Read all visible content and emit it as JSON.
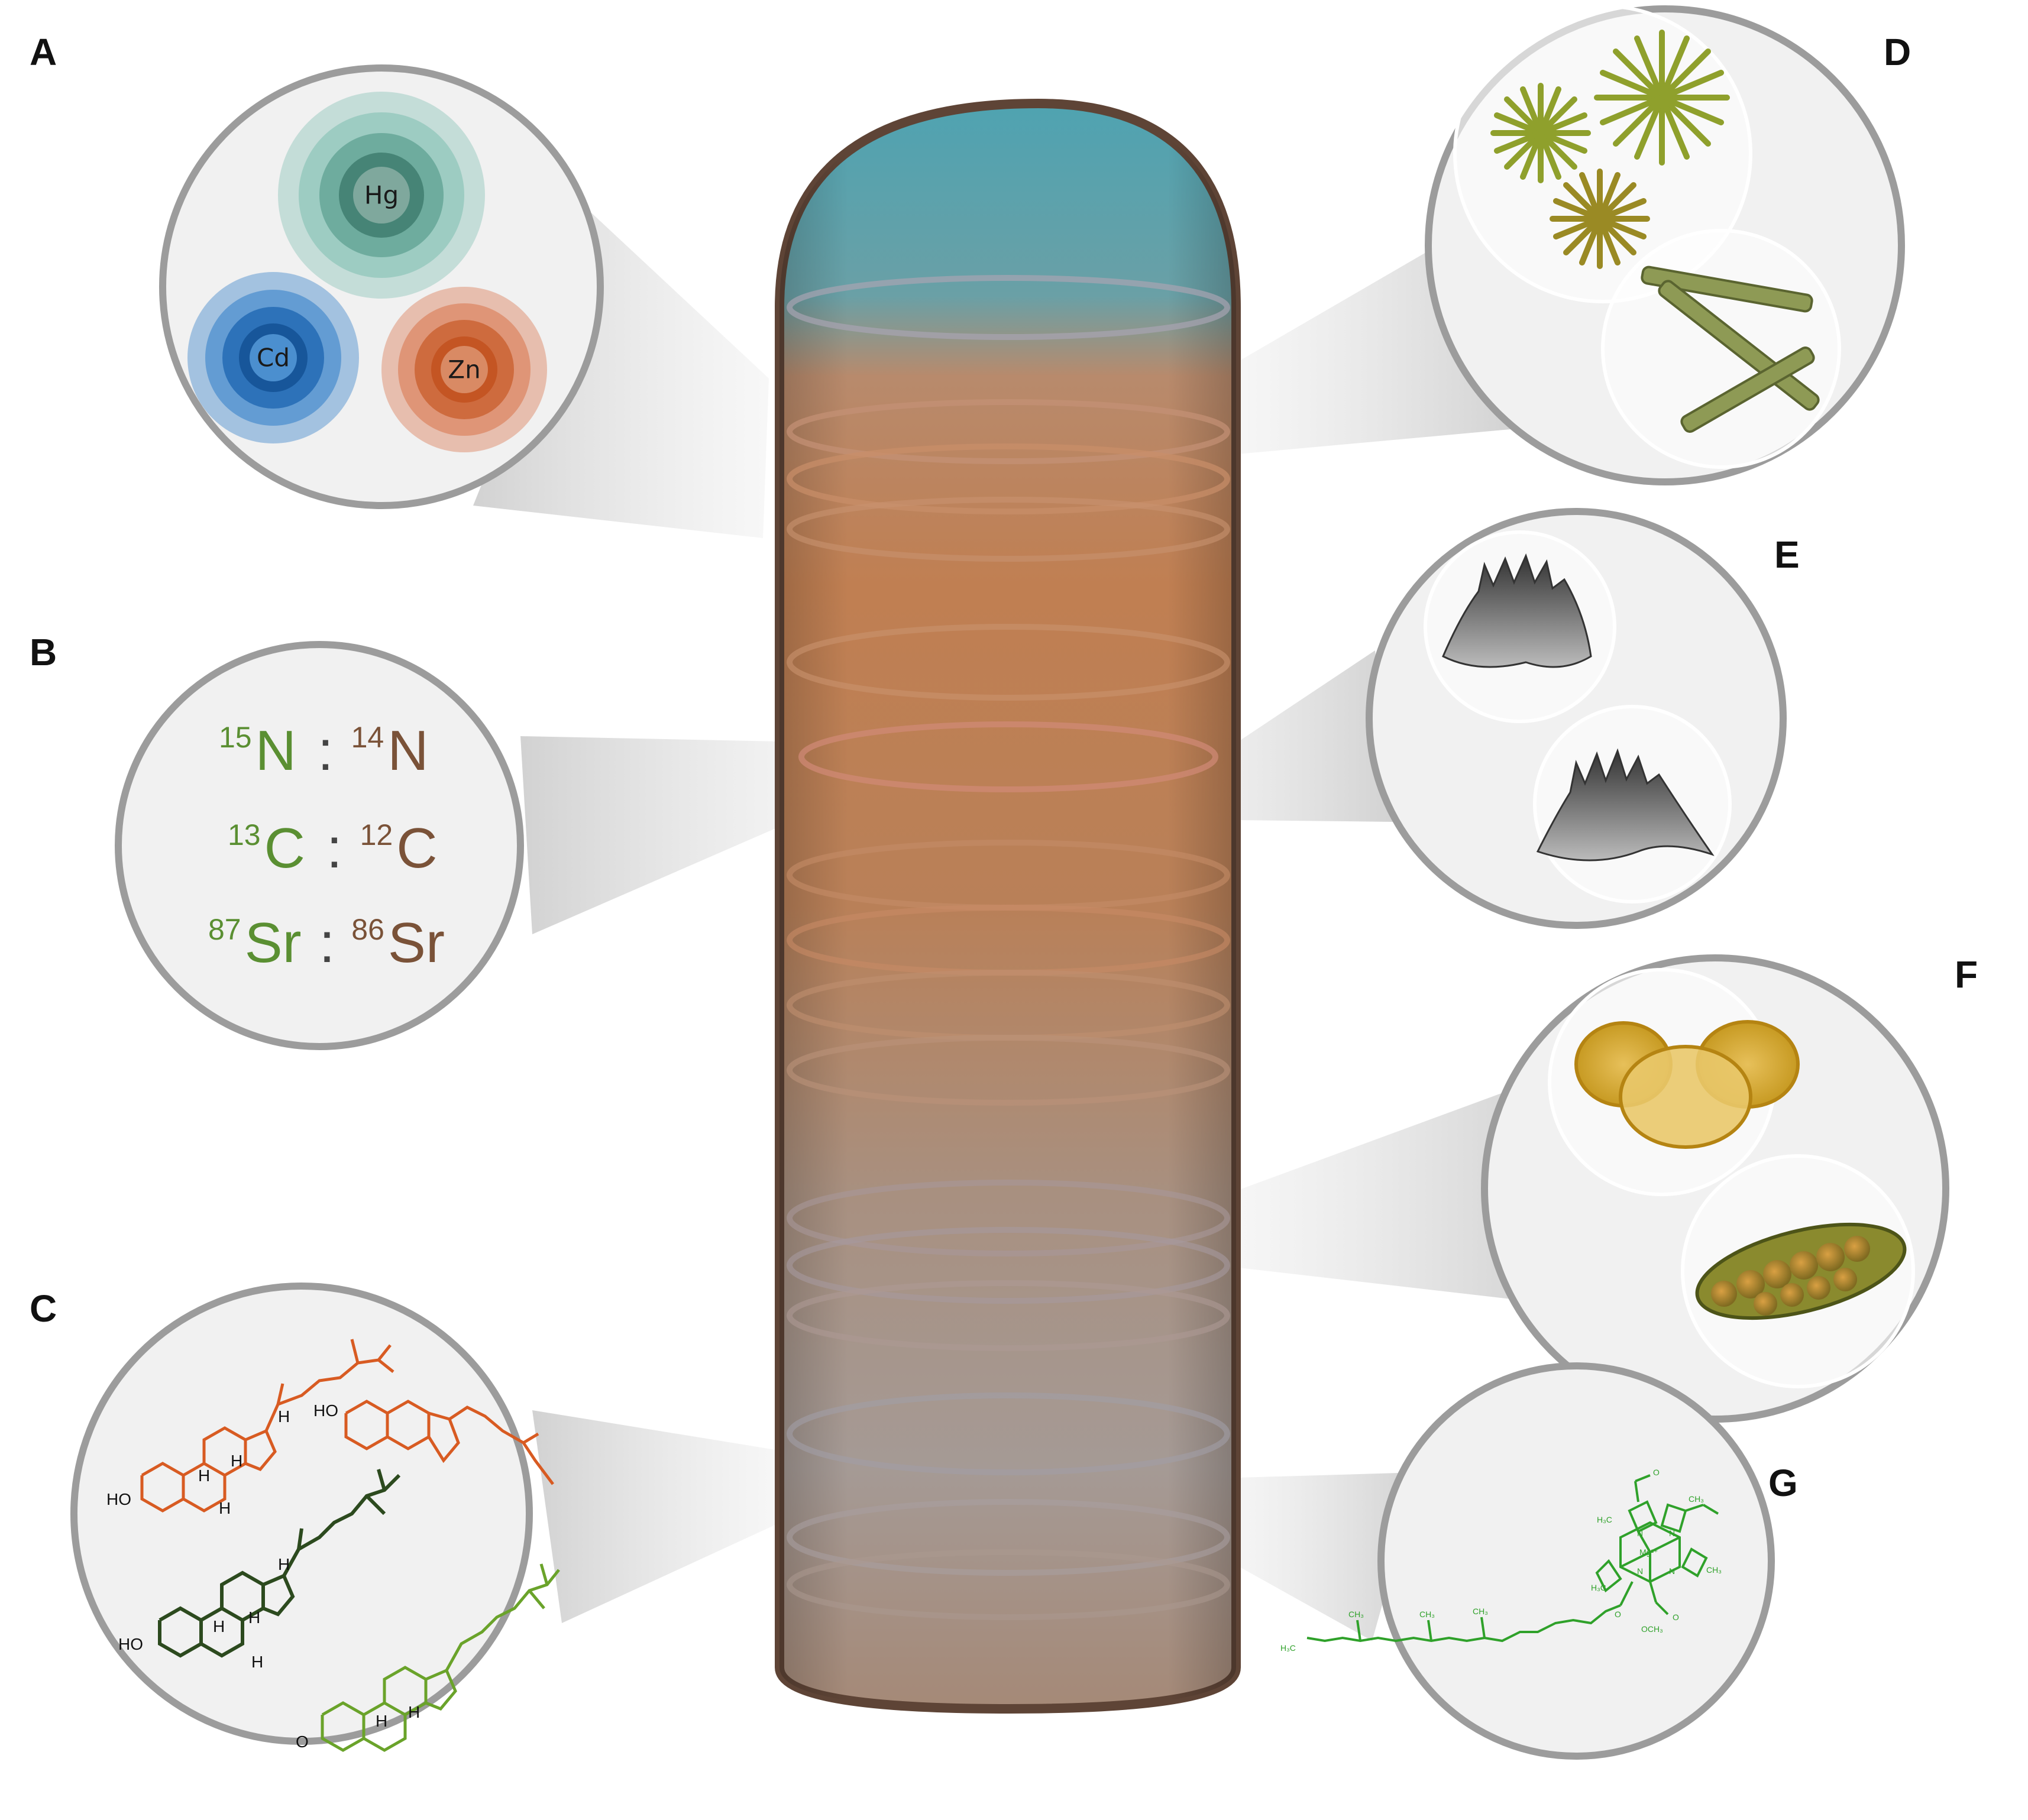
{
  "panels": {
    "a": "A",
    "b": "B",
    "c": "C",
    "d": "D",
    "e": "E",
    "f": "F",
    "g": "G"
  },
  "metals": {
    "hg": "Hg",
    "cd": "Cd",
    "zn": "Zn"
  },
  "isotopes": [
    {
      "sup_heavy": "15",
      "heavy": "N",
      "separator": ":",
      "sup_light": "14",
      "light": "N"
    },
    {
      "sup_heavy": "13",
      "heavy": "C",
      "separator": ":",
      "sup_light": "12",
      "light": "C"
    },
    {
      "sup_heavy": "87",
      "heavy": "Sr",
      "separator": ":",
      "sup_light": "86",
      "light": "Sr"
    }
  ],
  "sterol_labels": {
    "ho": "HO",
    "h": "H",
    "o": "O"
  },
  "chlorophyll_labels": {
    "h3c": "H₃C",
    "ch3": "CH₃",
    "mg": "Mg²⁺",
    "n": "N",
    "o": "O",
    "och3": "OCH₃"
  },
  "colors": {
    "isotope_heavy": "#5a8f32",
    "isotope_light": "#7a5238",
    "hg": "#6fb8a8",
    "cd": "#2f7ec9",
    "zn": "#d9734a",
    "sterol_orange": "#d85b22",
    "sterol_dark_green": "#2c4a1e",
    "sterol_light_green": "#6aa32a",
    "chlorophyll": "#2fa12a",
    "core_outline": "#5e4436"
  }
}
